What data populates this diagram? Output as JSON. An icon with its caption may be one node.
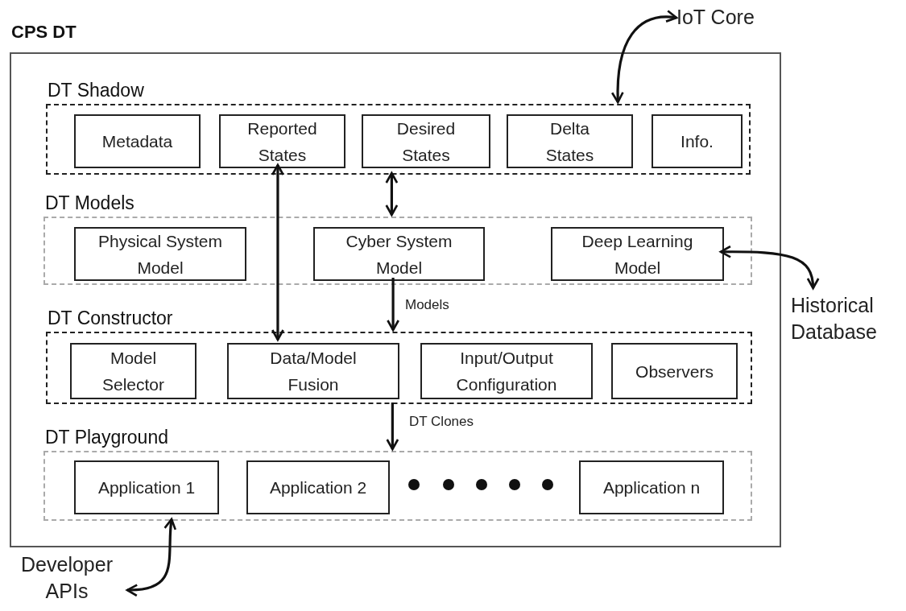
{
  "diagram": {
    "nodes": [
      {
        "text": [
          "CPS DT"
        ]
      },
      {
        "text": [
          "DT Shadow"
        ],
        "in": 0
      },
      {
        "text": [
          "Metadata"
        ],
        "in": 1
      },
      {
        "text": [
          "Reported States"
        ],
        "in": 1
      },
      {
        "text": [
          "Desired States"
        ],
        "in": 1
      },
      {
        "text": [
          "Delta States"
        ],
        "in": 1
      },
      {
        "text": [
          "Info."
        ],
        "in": 1
      },
      {
        "text": [
          "DT Models"
        ],
        "in": 0
      },
      {
        "text": [
          "Physical System Model"
        ],
        "in": 7
      },
      {
        "text": [
          "Cyber System Model"
        ],
        "in": 7
      },
      {
        "text": [
          "Deep Learning Model"
        ],
        "in": 7
      },
      {
        "text": [
          "DT Constructor"
        ],
        "in": 0
      },
      {
        "text": [
          "Model Selector"
        ],
        "in": 11
      },
      {
        "text": [
          "Data/Model Fusion"
        ],
        "in": 11
      },
      {
        "text": [
          "Input/Output Configuration"
        ],
        "in": 11
      },
      {
        "text": [
          "Observers"
        ],
        "in": 11
      },
      {
        "text": [
          "DT Playground"
        ],
        "in": 0
      },
      {
        "text": [
          "Application 1"
        ],
        "in": 16
      },
      {
        "text": [
          "Application 2"
        ],
        "in": 16
      },
      {
        "text": [
          "Application n"
        ],
        "in": 16
      },
      {
        "text": [
          "IoT Core"
        ]
      },
      {
        "text": [
          "Historical Database"
        ]
      },
      {
        "text": [
          "Developer APIs"
        ]
      }
    ],
    "edges": [
      {
        "from": 20,
        "to": 1,
        "arrow": "both"
      },
      {
        "from": 3,
        "to": 13,
        "arrow": "both"
      },
      {
        "from": 1,
        "to": 7,
        "arrow": "both"
      },
      {
        "from": 9,
        "to": 11,
        "arrow": "to",
        "label": "Models"
      },
      {
        "from": 11,
        "to": 16,
        "arrow": "to",
        "label": "DT Clones"
      },
      {
        "from": 21,
        "to": 10,
        "arrow": "both"
      },
      {
        "from": 22,
        "to": 16,
        "arrow": "both"
      }
    ]
  }
}
